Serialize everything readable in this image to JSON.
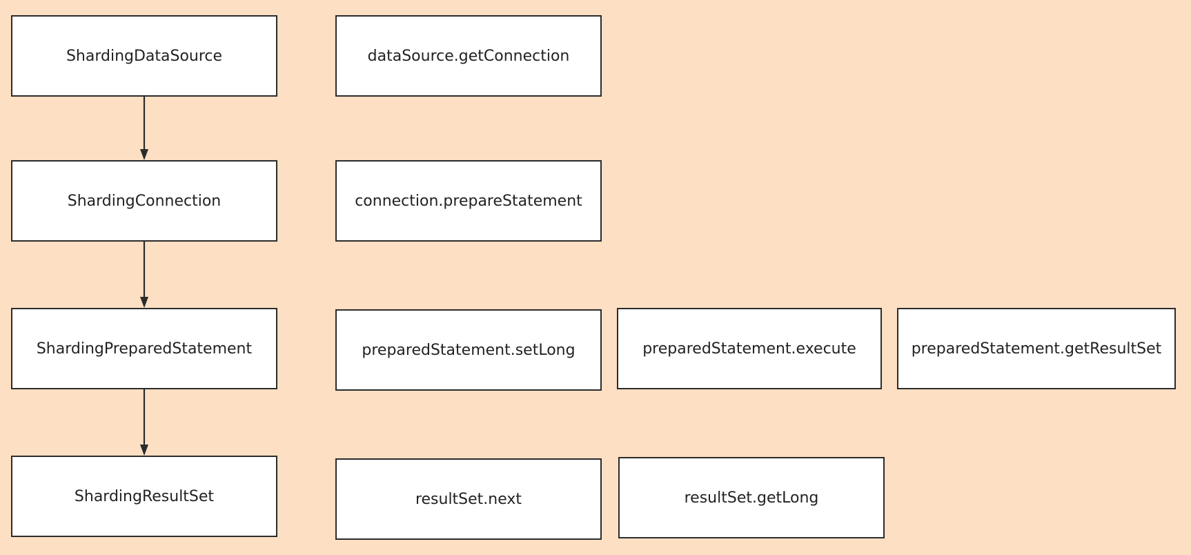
{
  "colors": {
    "background": "#FDDFC3",
    "box_fill": "#FFFFFF",
    "box_border": "#2B2B2B",
    "text": "#222222"
  },
  "left_column": {
    "datasource": "ShardingDataSource",
    "connection": "ShardingConnection",
    "prepared_statement": "ShardingPreparedStatement",
    "result_set": "ShardingResultSet"
  },
  "methods": {
    "datasource_get_connection": "dataSource.getConnection",
    "connection_prepare_statement": "connection.prepareStatement",
    "prepared_statement_set_long": "preparedStatement.setLong",
    "prepared_statement_execute": "preparedStatement.execute",
    "prepared_statement_get_result_set": "preparedStatement.getResultSet",
    "result_set_next": "resultSet.next",
    "result_set_get_long": "resultSet.getLong"
  }
}
